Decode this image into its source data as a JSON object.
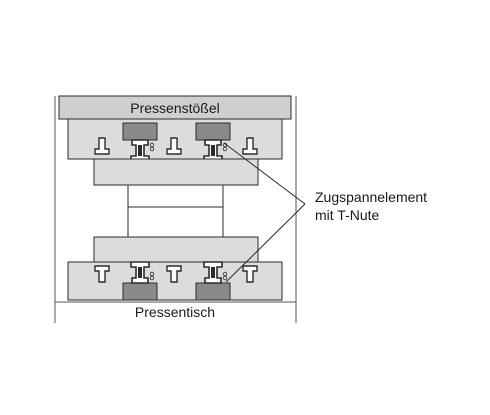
{
  "labels": {
    "ram": "Pressenstößel",
    "table": "Pressentisch",
    "callout_line1": "Zugspannelement",
    "callout_line2": "mit T-Nute"
  },
  "colors": {
    "plate_light": "#dcdcdc",
    "plate_mid": "#cfcfcf",
    "clamp_dark": "#8a8a8a",
    "outline": "#2b2b2b",
    "slot_fill": "#ffffff",
    "frame": "#555555"
  }
}
